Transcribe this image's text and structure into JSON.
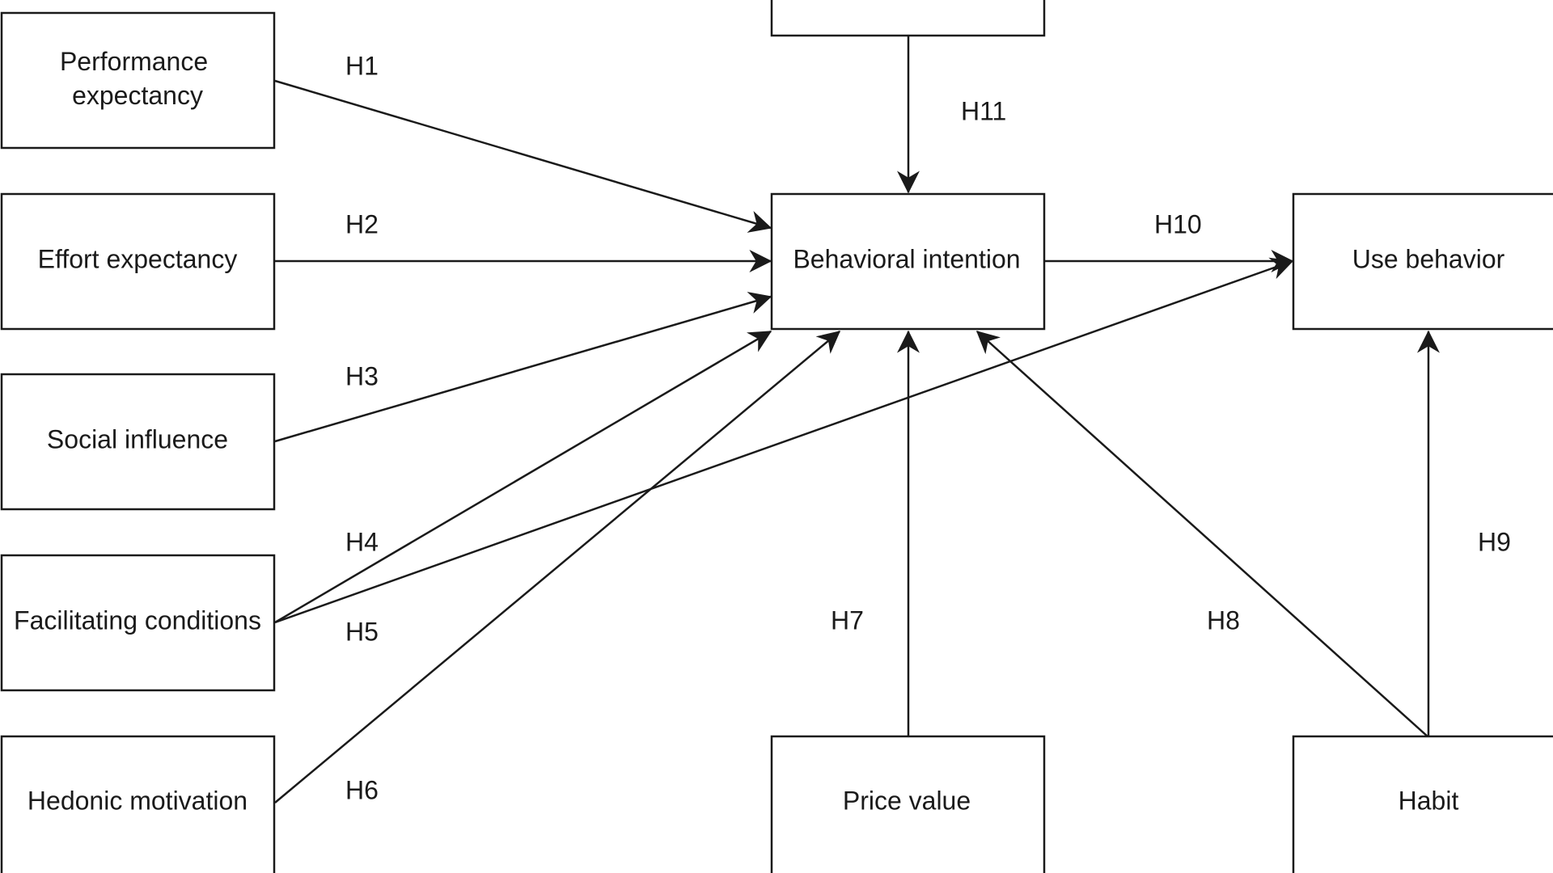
{
  "nodes": {
    "experience": "",
    "performance_expectancy": [
      "Performance",
      "expectancy"
    ],
    "effort_expectancy": "Effort expectancy",
    "social_influence": "Social influence",
    "facilitating_conditions": "Facilitating conditions",
    "hedonic_motivation": "Hedonic motivation",
    "behavioral_intention": "Behavioral intention",
    "use_behavior": "Use behavior",
    "price_value": "Price value",
    "habit": "Habit"
  },
  "hypotheses": {
    "h1": "H1",
    "h2": "H2",
    "h3": "H3",
    "h4": "H4",
    "h5": "H5",
    "h6": "H6",
    "h7": "H7",
    "h8": "H8",
    "h9": "H9",
    "h10": "H10",
    "h11": "H11"
  },
  "edges": [
    {
      "from": "performance_expectancy",
      "to": "behavioral_intention",
      "label": "h1"
    },
    {
      "from": "effort_expectancy",
      "to": "behavioral_intention",
      "label": "h2"
    },
    {
      "from": "social_influence",
      "to": "behavioral_intention",
      "label": "h3"
    },
    {
      "from": "facilitating_conditions",
      "to": "behavioral_intention",
      "label": "h4"
    },
    {
      "from": "facilitating_conditions",
      "to": "use_behavior",
      "label": "h5"
    },
    {
      "from": "hedonic_motivation",
      "to": "behavioral_intention",
      "label": "h6"
    },
    {
      "from": "price_value",
      "to": "behavioral_intention",
      "label": "h7"
    },
    {
      "from": "habit",
      "to": "behavioral_intention",
      "label": "h8"
    },
    {
      "from": "habit",
      "to": "use_behavior",
      "label": "h9"
    },
    {
      "from": "behavioral_intention",
      "to": "use_behavior",
      "label": "h10"
    },
    {
      "from": "experience",
      "to": "behavioral_intention",
      "label": "h11"
    }
  ]
}
